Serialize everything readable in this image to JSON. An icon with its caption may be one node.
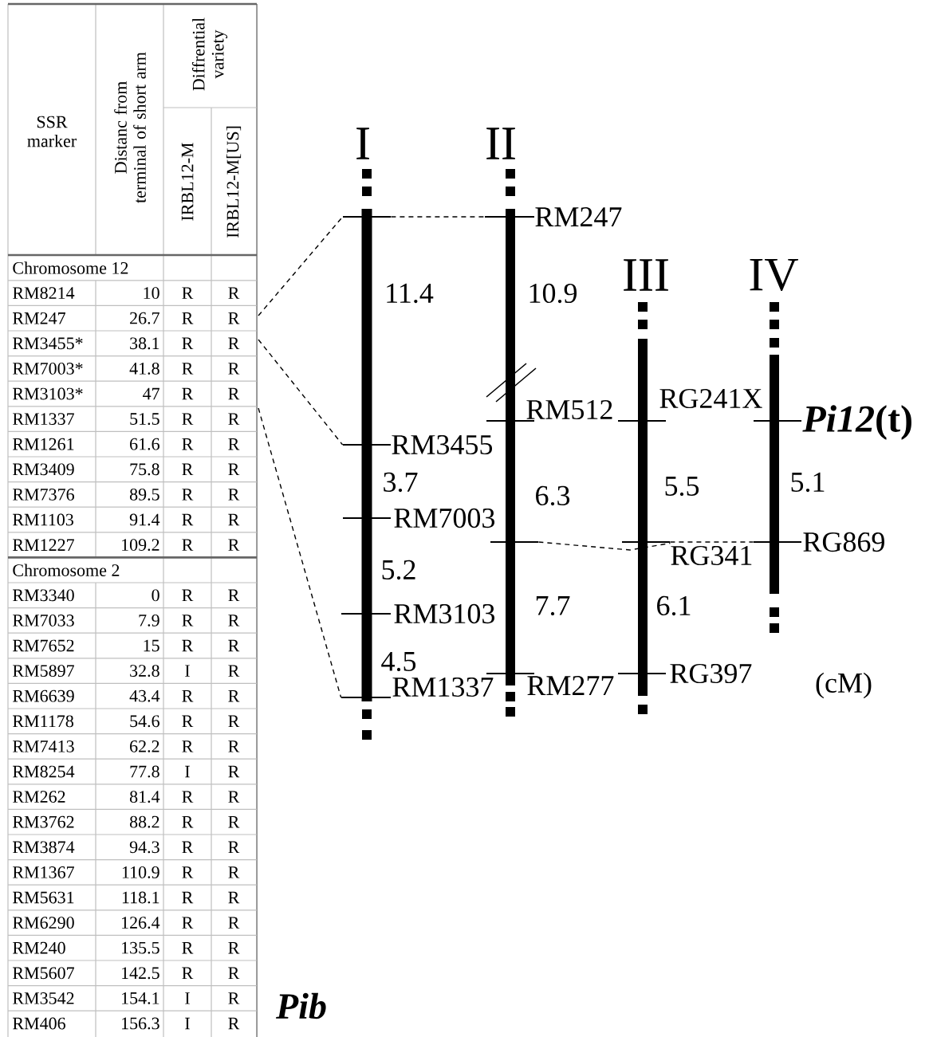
{
  "diagram": {
    "nodes": [
      {
        "text": [
          "I"
        ],
        "beside": [
          "11.4",
          "3.7",
          "5.2",
          "4.5"
        ]
      },
      {
        "text": [
          "II"
        ],
        "beside": [
          "10.9",
          "6.3",
          "7.7"
        ]
      },
      {
        "text": [
          "III"
        ],
        "beside": [
          "5.5",
          "6.1"
        ]
      },
      {
        "text": [
          "IV"
        ],
        "beside": [
          "5.1"
        ]
      },
      {
        "text": [],
        "shape": "bar"
      },
      {
        "text": [],
        "shape": "bar",
        "beside": [
          "RM247"
        ]
      },
      {
        "text": [],
        "shape": "bar",
        "beside": [
          "RM512"
        ]
      },
      {
        "text": [],
        "shape": "bar",
        "beside": [
          "RG241X"
        ]
      },
      {
        "text": [],
        "shape": "bar",
        "beside": [
          "*Pi12*(t)"
        ]
      },
      {
        "text": [],
        "shape": "bar",
        "beside": [
          "RM3455"
        ]
      },
      {
        "text": [],
        "shape": "bar",
        "beside": [
          "RM7003"
        ]
      },
      {
        "text": [],
        "shape": "bar"
      },
      {
        "text": [],
        "shape": "bar",
        "beside": [
          "RG341"
        ]
      },
      {
        "text": [],
        "shape": "bar",
        "beside": [
          "RG869"
        ]
      },
      {
        "text": [],
        "shape": "bar",
        "beside": [
          "RM3103"
        ]
      },
      {
        "text": [],
        "shape": "bar",
        "beside": [
          "RM277"
        ]
      },
      {
        "text": [],
        "shape": "bar",
        "beside": [
          "RG397"
        ]
      },
      {
        "text": [],
        "shape": "bar",
        "beside": [
          "RM1337"
        ]
      }
    ],
    "edges": [
      {
        "from": null,
        "to": 4,
        "arrow": "none",
        "style": "dashed"
      },
      {
        "from": null,
        "to": 9,
        "arrow": "none",
        "style": "dashed"
      },
      {
        "from": null,
        "to": 17,
        "arrow": "none",
        "style": "dashed"
      },
      {
        "from": 4,
        "to": 5,
        "arrow": "none",
        "style": "dashed"
      },
      {
        "from": 11,
        "to": 12,
        "arrow": "none",
        "style": "dashed"
      },
      {
        "from": 12,
        "to": 13,
        "arrow": "none",
        "style": "dashed"
      }
    ],
    "labels": [
      "SSR marker",
      "Distanc from terminal of short arm",
      "Diffrential variety",
      "IRBL12-M",
      "IRBL12-M[US]",
      "Chromosome 12",
      "RM8214",
      "10",
      "R",
      "R",
      "RM247",
      "26.7",
      "R",
      "R",
      "RM3455*",
      "38.1",
      "R",
      "R",
      "RM7003*",
      "41.8",
      "R",
      "R",
      "RM3103*",
      "47",
      "R",
      "R",
      "RM1337",
      "51.5",
      "R",
      "R",
      "RM1261",
      "61.6",
      "R",
      "R",
      "RM3409",
      "75.8",
      "R",
      "R",
      "RM7376",
      "89.5",
      "R",
      "R",
      "RM1103",
      "91.4",
      "R",
      "R",
      "RM1227",
      "109.2",
      "R",
      "R",
      "Chromosome 2",
      "RM3340",
      "0",
      "R",
      "R",
      "RM7033",
      "7.9",
      "R",
      "R",
      "RM7652",
      "15",
      "R",
      "R",
      "RM5897",
      "32.8",
      "I",
      "R",
      "RM6639",
      "43.4",
      "R",
      "R",
      "RM1178",
      "54.6",
      "R",
      "R",
      "RM7413",
      "62.2",
      "R",
      "R",
      "RM8254",
      "77.8",
      "I",
      "R",
      "RM262",
      "81.4",
      "R",
      "R",
      "RM3762",
      "88.2",
      "R",
      "R",
      "RM3874",
      "94.3",
      "R",
      "R",
      "RM1367",
      "110.9",
      "R",
      "R",
      "RM5631",
      "118.1",
      "R",
      "R",
      "RM6290",
      "126.4",
      "R",
      "R",
      "RM240",
      "135.5",
      "R",
      "R",
      "RM5607",
      "142.5",
      "R",
      "R",
      "RM3542",
      "154.1",
      "I",
      "R",
      "RM406",
      "156.3",
      "I",
      "R",
      "Pib",
      "(cM)"
    ]
  }
}
